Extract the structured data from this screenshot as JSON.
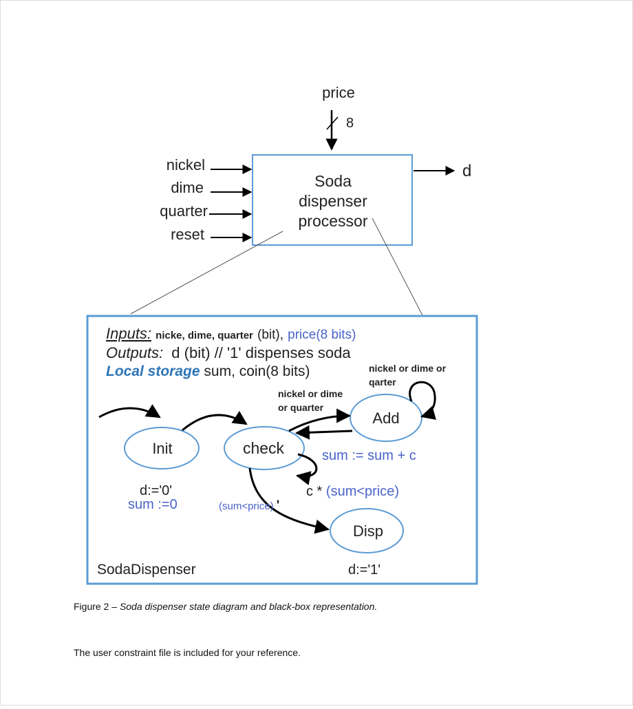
{
  "black_box": {
    "price_label": "price",
    "bus_width": "8",
    "title_lines": [
      "Soda",
      "dispenser",
      "processor"
    ],
    "inputs": [
      "nickel",
      "dime",
      "quarter",
      "reset"
    ],
    "output": "d"
  },
  "state_box": {
    "inputs_label": "Inputs:",
    "inputs_text": "nicke, dime, quarter",
    "inputs_bit": "(bit),",
    "inputs_price": "price(8 bits)",
    "outputs_label": "Outputs:",
    "outputs_text": "d (bit)  // '1' dispenses soda",
    "local_label": "Local storage",
    "local_text": "sum, coin(8 bits)",
    "name": "SodaDispenser"
  },
  "states": {
    "init": {
      "name": "Init",
      "actions": [
        "d:='0'",
        "sum :=0"
      ]
    },
    "check": {
      "name": "check"
    },
    "add": {
      "name": "Add",
      "action": "sum := sum + c"
    },
    "disp": {
      "name": "Disp",
      "action": "d:='1'"
    }
  },
  "transitions": {
    "check_to_add": "nickel or dime\nor quarter",
    "add_self": "nickel or dime or\nqarter",
    "check_self": "c * (sum<price)",
    "check_to_disp": "(sum<price)'"
  },
  "caption": {
    "prefix": "Figure 2 – ",
    "text": "Soda dispenser state diagram and black-box representation."
  },
  "note": "The user constraint file is included for your reference."
}
